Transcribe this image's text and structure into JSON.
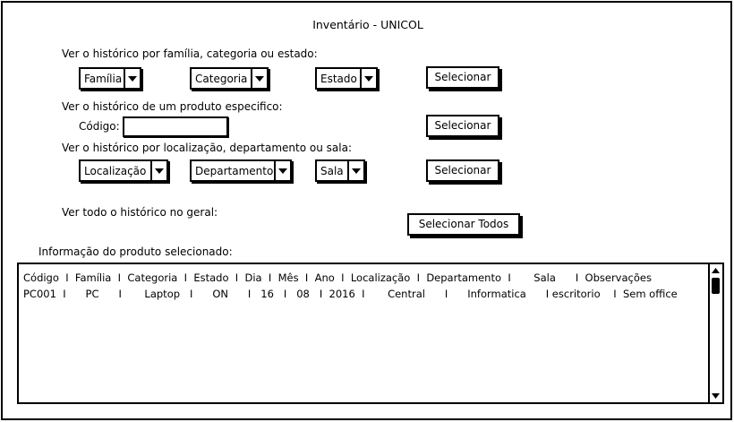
{
  "window": {
    "title": "Inventário - UNICOL"
  },
  "section1": {
    "label": "Ver o histórico por família, categoria ou estado:",
    "familia": "Família",
    "categoria": "Categoria",
    "estado": "Estado",
    "button": "Selecionar"
  },
  "section2": {
    "label": "Ver o histórico de um produto especifico:",
    "codigo_label": "Código:",
    "codigo_value": "",
    "button": "Selecionar"
  },
  "section3": {
    "label": "Ver o histórico por localização, departamento ou sala:",
    "localizacao": "Localização",
    "departamento": "Departamento",
    "sala": "Sala",
    "button": "Selecionar"
  },
  "section4": {
    "label": "Ver todo o histórico no geral:",
    "button": "Selecionar Todos"
  },
  "info": {
    "label": "Informação do produto selecionado:",
    "header_line": "Código  I  Família  I  Categoria  I  Estado  I  Dia  I  Mês  I  Ano  I  Localização  I  Departamento  I       Sala      I  Observações",
    "row_line": "PC001  I      PC      I       Laptop   I      ON      I   16   I   08   I  2016  I       Central      I      Informatica      I escritorio    I  Sem office"
  },
  "icons": {
    "dropdown": "chevron-down-icon",
    "scroll_up": "scroll-up-icon",
    "scroll_down": "scroll-down-icon"
  },
  "colors": {
    "stroke": "#000000",
    "background": "#ffffff"
  }
}
